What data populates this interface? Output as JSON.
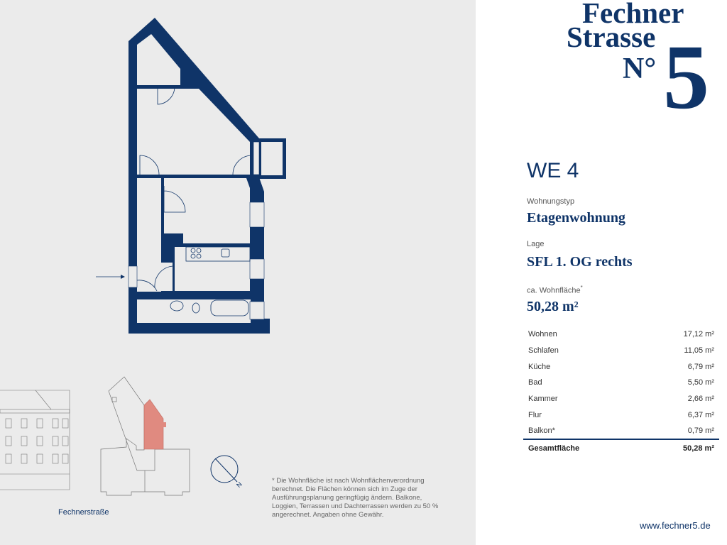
{
  "logo": {
    "line1": "Fechner",
    "line2": "Strasse",
    "no": "N°",
    "number": "5"
  },
  "unit": {
    "title": "WE 4",
    "fields": [
      {
        "label": "Wohnungstyp",
        "value": "Etagenwohnung"
      },
      {
        "label": "Lage",
        "value": "SFL 1. OG rechts"
      },
      {
        "label": "ca. Wohnfläche",
        "label_sup": "*",
        "value": "50,28 m²"
      }
    ],
    "rooms": [
      {
        "name": "Wohnen",
        "area": "17,12 m²"
      },
      {
        "name": "Schlafen",
        "area": "11,05 m²"
      },
      {
        "name": "Küche",
        "area": "6,79 m²"
      },
      {
        "name": "Bad",
        "area": "5,50 m²"
      },
      {
        "name": "Kammer",
        "area": "2,66 m²"
      },
      {
        "name": "Flur",
        "area": "6,37 m²"
      },
      {
        "name": "Balkon*",
        "area": "0,79 m²"
      }
    ],
    "total": {
      "name": "Gesamtfläche",
      "area": "50,28 m²"
    }
  },
  "website": "www.fechner5.de",
  "street_label": "Fechnerstraße",
  "compass_label": "N",
  "footnote": "* Die Wohnfläche ist nach Wohnflächenverordnung berechnet. Die Flächen können sich im Zuge der Ausführungsplanung geringfügig ändern. Balkone, Loggien, Terrassen und Dachterrassen werden zu 50 % angerechnet. Angaben ohne Gewähr.",
  "colors": {
    "navy": "#0f3468",
    "highlight": "#e08a80",
    "background": "#ebebeb"
  }
}
